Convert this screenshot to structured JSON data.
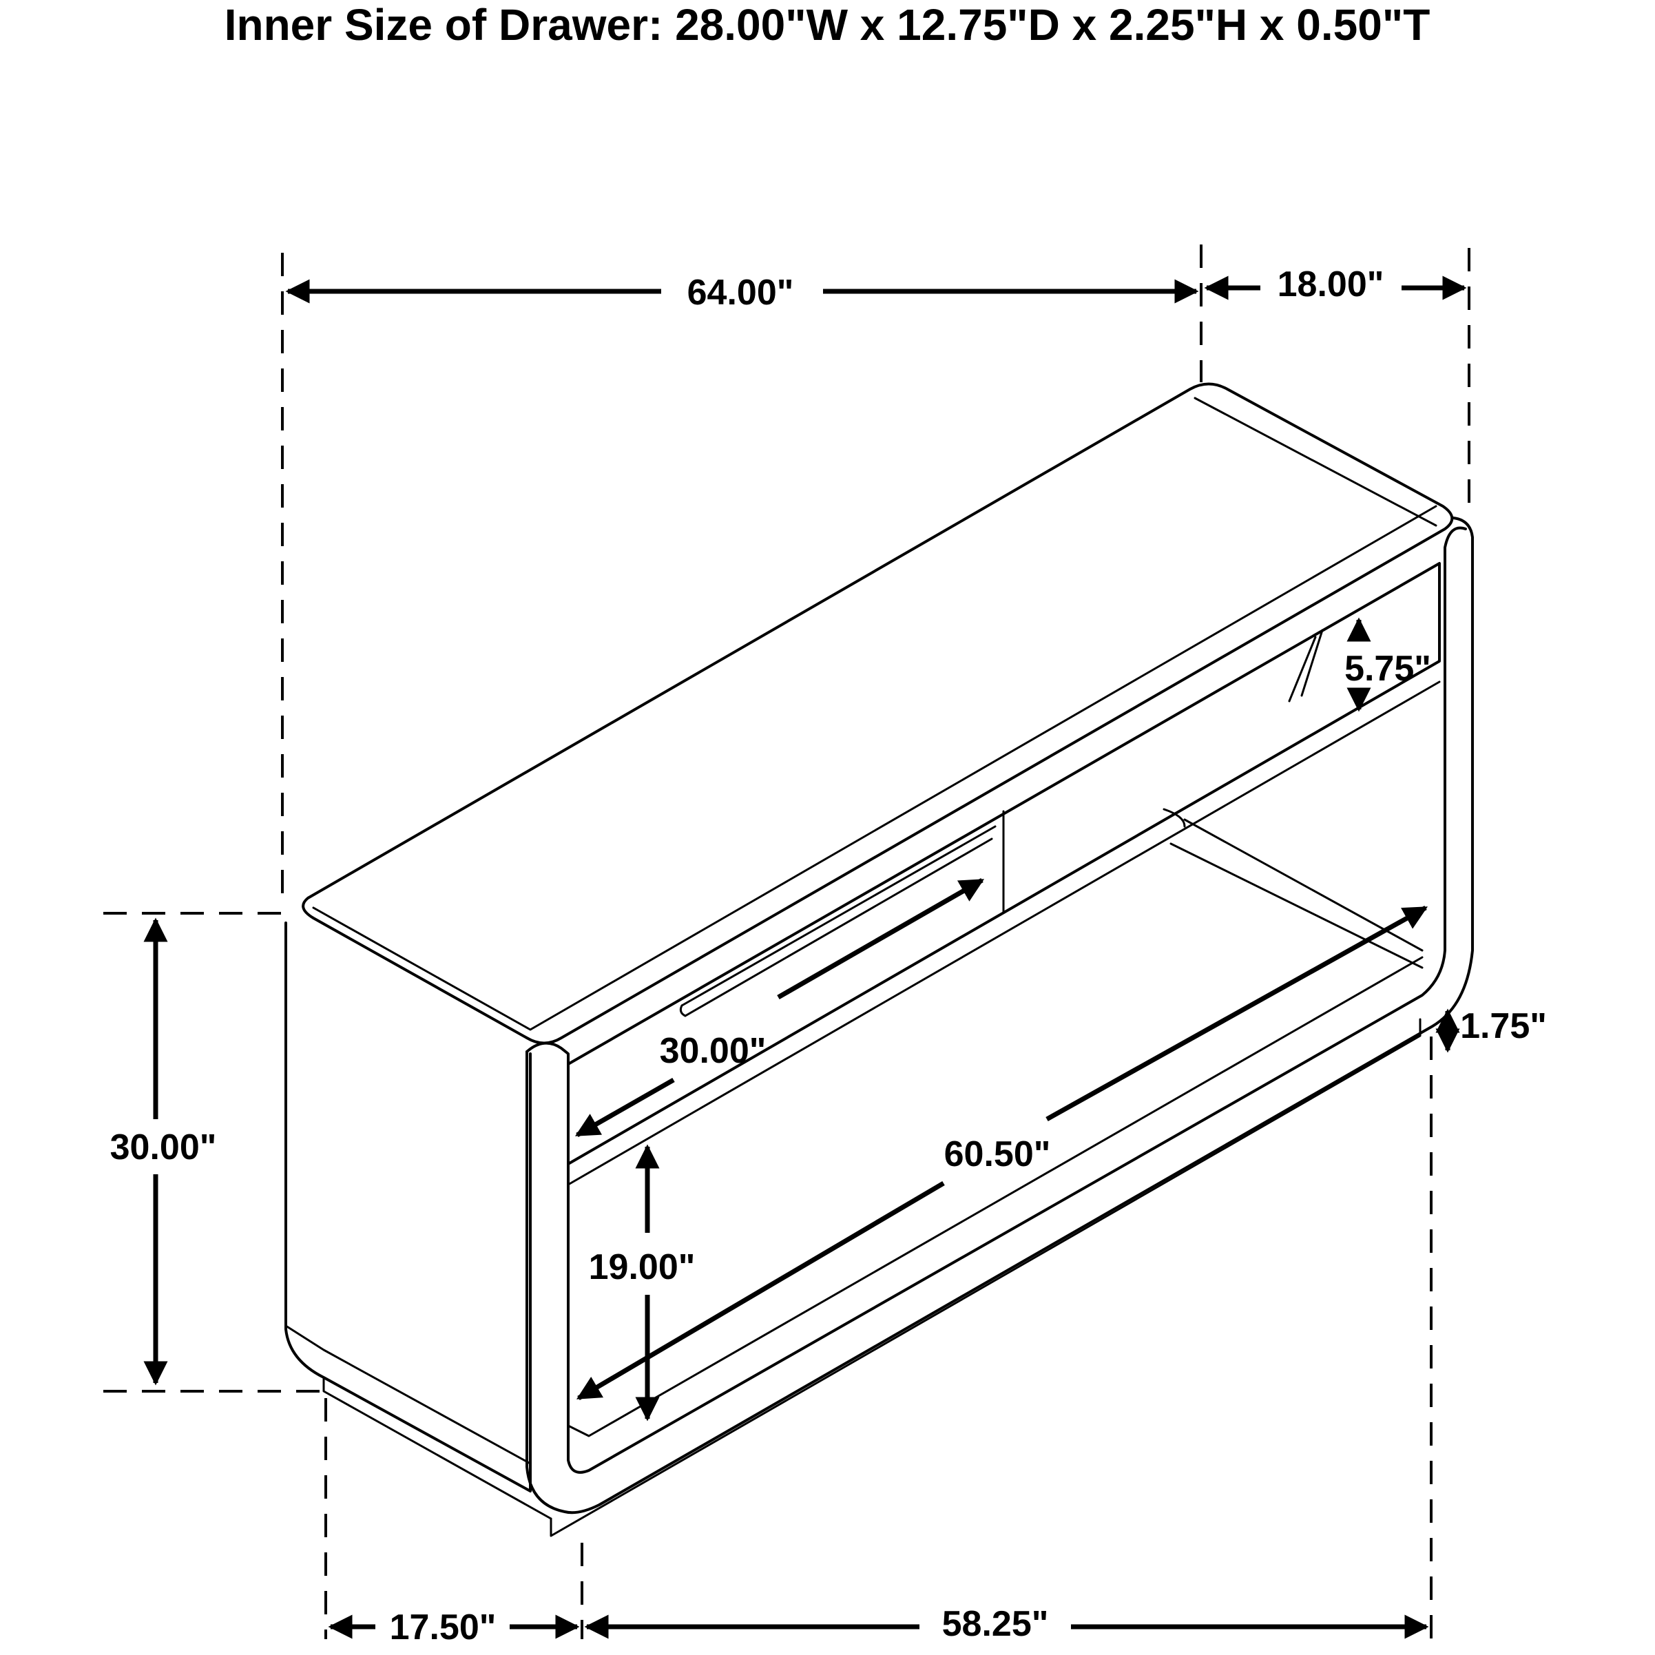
{
  "title": "Inner Size of Drawer: 28.00\"W x 12.75\"D x 2.25\"H x 0.50\"T",
  "dimensions": {
    "overall_width": "64.00\"",
    "overall_depth": "18.00\"",
    "overall_height": "30.00\"",
    "drawer_height": "5.75\"",
    "drawer_width": "30.00\"",
    "shelf_width": "60.50\"",
    "shelf_clearance": "19.00\"",
    "base_height": "1.75\"",
    "base_depth": "17.50\"",
    "base_width": "58.25\""
  }
}
